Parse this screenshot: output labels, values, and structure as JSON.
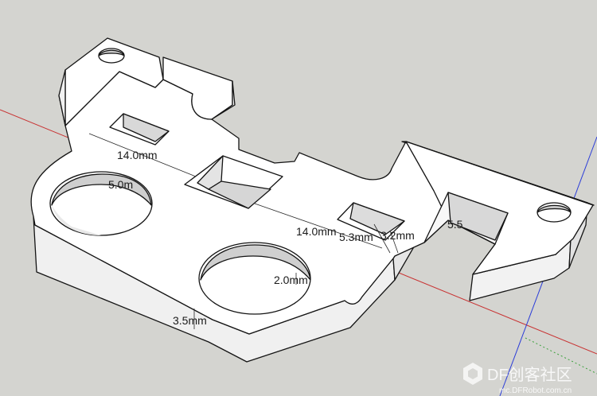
{
  "dimensions": {
    "top_width": "14.0mm",
    "hole_diameter": "5.0m",
    "slot_width": "14.0mm",
    "slot_depth": "5.3mm",
    "slot_gap": "3.2mm",
    "hole_depth": "2.0mm",
    "plate_thickness": "3.5mm",
    "notch_width": "5.5"
  },
  "watermark": {
    "brand": "DF创客社区",
    "url": "mc.DFRobot.com.cn"
  },
  "colors": {
    "background": "#d4d4d0",
    "face_top": "#ffffff",
    "face_side": "#eeeeee",
    "edge": "#141414",
    "axis_red": "#c83232",
    "axis_blue": "#2a3cd8",
    "axis_green": "#3aa03a"
  }
}
